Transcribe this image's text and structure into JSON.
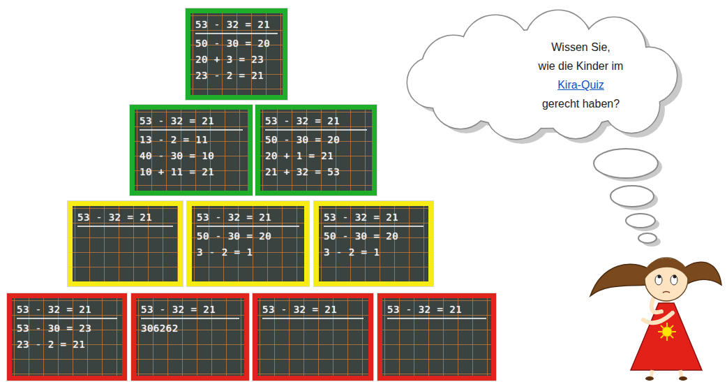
{
  "diagram": {
    "nodes": [
      {
        "text": [
          "53 - 32 = 21",
          "50 - 30 = 20",
          "20 + 3 = 23",
          "23 - 2 = 21"
        ]
      },
      {
        "text": [
          "53 - 32 = 21",
          "13 - 2 = 11",
          "40 - 30 = 10",
          "10 + 11 = 21"
        ]
      },
      {
        "text": [
          "53 - 32 = 21",
          "50 - 30 = 20",
          "20 + 1 = 21",
          "21 + 32 = 53"
        ]
      },
      {
        "text": [
          "53 - 32 = 21"
        ]
      },
      {
        "text": [
          "53 - 32 = 21",
          "50 - 30 = 20",
          "3 - 2 = 1"
        ]
      },
      {
        "text": [
          "53 - 32 = 21",
          "50 - 30 = 20",
          "3 - 2 = 1"
        ]
      },
      {
        "text": [
          "53 - 32 = 21",
          "53 - 30 = 23",
          "23 - 2 = 21"
        ]
      },
      {
        "text": [
          "53 - 32 = 21",
          "306262"
        ]
      },
      {
        "text": [
          "53 - 32 = 21"
        ]
      },
      {
        "text": [
          "53 - 32 = 21"
        ]
      },
      {
        "text": [
          "Wissen Sie,",
          "wie die Kinder im",
          "Kira-Quiz",
          "gerecht haben?"
        ]
      }
    ]
  }
}
